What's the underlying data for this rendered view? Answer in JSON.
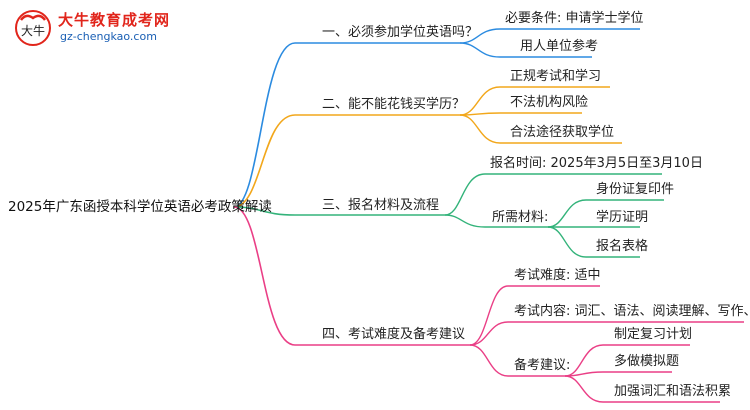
{
  "logo": {
    "title": "大牛教育成考网",
    "url": "gz-chengkao.com",
    "mark_text": "大牛"
  },
  "mindmap": {
    "root": "2025年广东函授本科学位英语必考政策解读",
    "colors": {
      "blue": "#2b8be0",
      "orange": "#f2a71b",
      "green": "#33b37a",
      "pink": "#ea3f86"
    },
    "branch1": {
      "label": "一、必须参加学位英语吗？",
      "req": "必要条件: 申请学士学位",
      "emp": "用人单位参考"
    },
    "branch2": {
      "label": "二、能不能花钱买学历？",
      "formal": "正规考试和学习",
      "illegal": "不法机构风险",
      "legal": "合法途径获取学位"
    },
    "branch3": {
      "label": "三、报名材料及流程",
      "time": "报名时间: 2025年3月5日至3月10日",
      "materials": "所需材料:",
      "m1": "身份证复印件",
      "m2": "学历证明",
      "m3": "报名表格"
    },
    "branch4": {
      "label": "四、考试难度及备考建议",
      "difficulty": "考试难度: 适中",
      "content": "考试内容: 词汇、语法、阅读理解、写作、翻译",
      "advice": "备考建议:",
      "a1": "制定复习计划",
      "a2": "多做模拟题",
      "a3": "加强词汇和语法积累"
    }
  }
}
